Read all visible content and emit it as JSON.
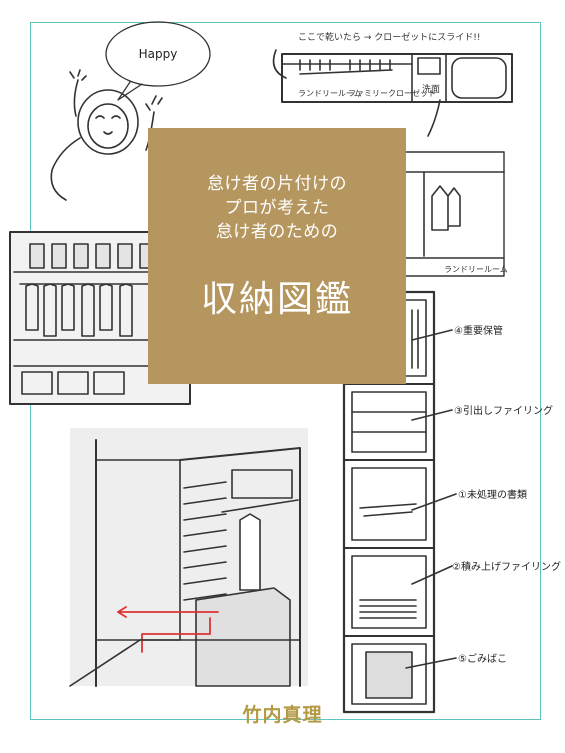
{
  "cover": {
    "tagline": [
      "怠け者の片付けの",
      "プロが考えた",
      "怠け者のための"
    ],
    "title": "収納図鑑",
    "author": "竹内真理",
    "box_color": "#b5965f",
    "frame_color": "#5fc4c0"
  },
  "sketches": {
    "speech_bubble": "Happy",
    "plan_note": "ここで乾いたら → クローゼットにスライド!!",
    "plan_labels": [
      "ランドリールーム",
      "ファミリークローゼット",
      "洗面"
    ],
    "closet_label": "ランドリールーム",
    "shelf_labels": [
      "④重要保管",
      "③引出しファイリング",
      "①未処理の書類",
      "②積み上げファイリング",
      "⑤ごみばこ"
    ]
  }
}
